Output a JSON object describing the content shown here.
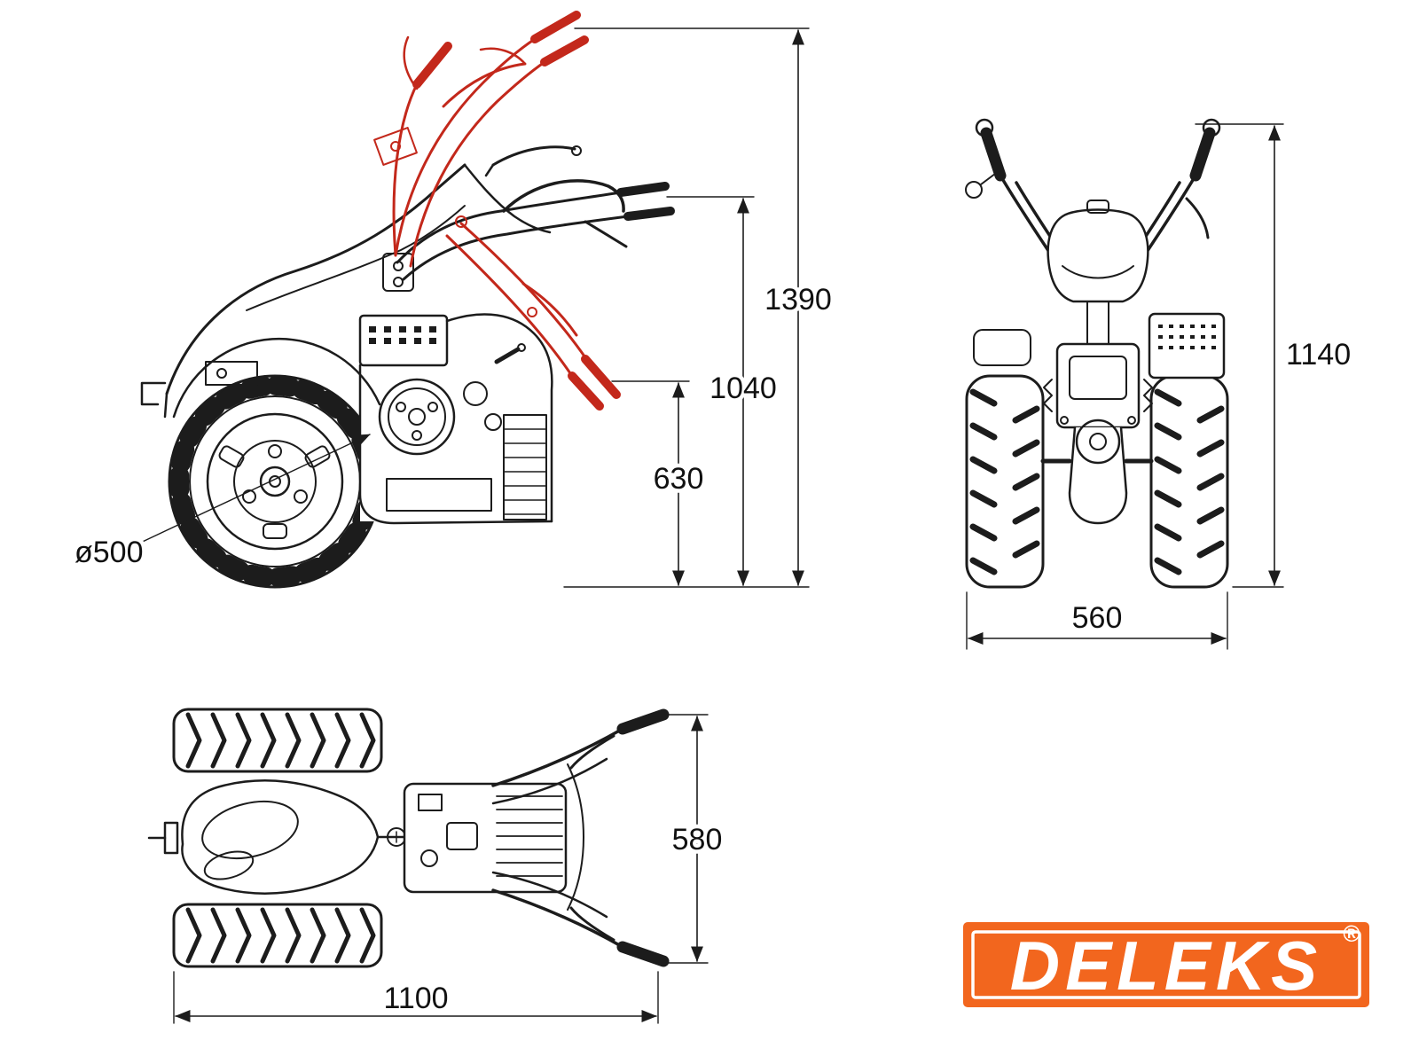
{
  "side_view": {
    "dim_overall_height": "1390",
    "dim_handlebar_height": "1040",
    "dim_mid_height": "630",
    "dim_wheel_diameter": "ø500"
  },
  "rear_view": {
    "dim_overall_height": "1140",
    "dim_track_width": "560"
  },
  "top_view": {
    "dim_handlebar_width": "580",
    "dim_overall_length": "1100"
  },
  "logo": {
    "text": "DELEKS",
    "registered_mark": "®",
    "bg_color": "#f2661e",
    "text_color": "#ffffff"
  },
  "colors": {
    "line": "#1c1c1c",
    "alt_position_red": "#c3281b"
  }
}
